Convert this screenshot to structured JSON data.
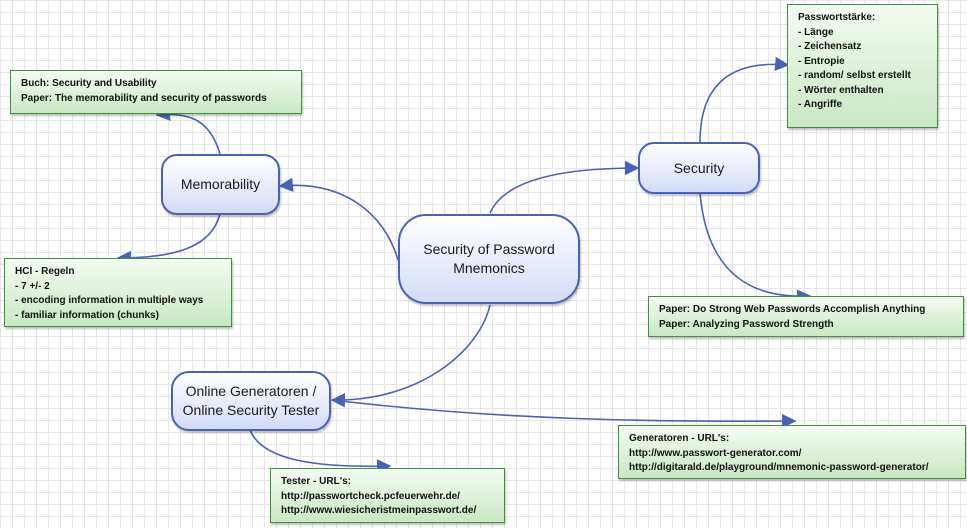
{
  "nodes": {
    "center": "Security of Password Mnemonics",
    "memorability": "Memorability",
    "security": "Security",
    "online": "Online Generatoren / Online Security Tester"
  },
  "notes": {
    "books": {
      "lines": [
        "Buch: Security and Usability",
        "Paper: The memorability and security of passwords"
      ]
    },
    "hci": {
      "lines": [
        "HCI - Regeln",
        "- 7 +/- 2",
        "- encoding information in multiple ways",
        "- familiar information (chunks)"
      ]
    },
    "strength": {
      "lines": [
        "Passwortstärke:",
        "- Länge",
        "- Zeichensatz",
        "- Entropie",
        "- random/ selbst erstellt",
        "- Wörter enthalten",
        "- Angriffe"
      ]
    },
    "papers": {
      "lines": [
        "Paper: Do Strong Web Passwords Accomplish Anything",
        "Paper: Analyzing Password Strength"
      ]
    },
    "generators": {
      "lines": [
        "Generatoren - URL's:",
        "http://www.passwort-generator.com/",
        "http://digitarald.de/playground/mnemonic-password-generator/"
      ]
    },
    "tester": {
      "lines": [
        "Tester - URL's:",
        "http://passwortcheck.pcfeuerwehr.de/",
        "http://www.wiesicheristmeinpasswort.de/"
      ]
    }
  },
  "colors": {
    "connector": "#4a62b3",
    "node_border": "#4a62b3",
    "note_border": "#3f8f3f"
  }
}
